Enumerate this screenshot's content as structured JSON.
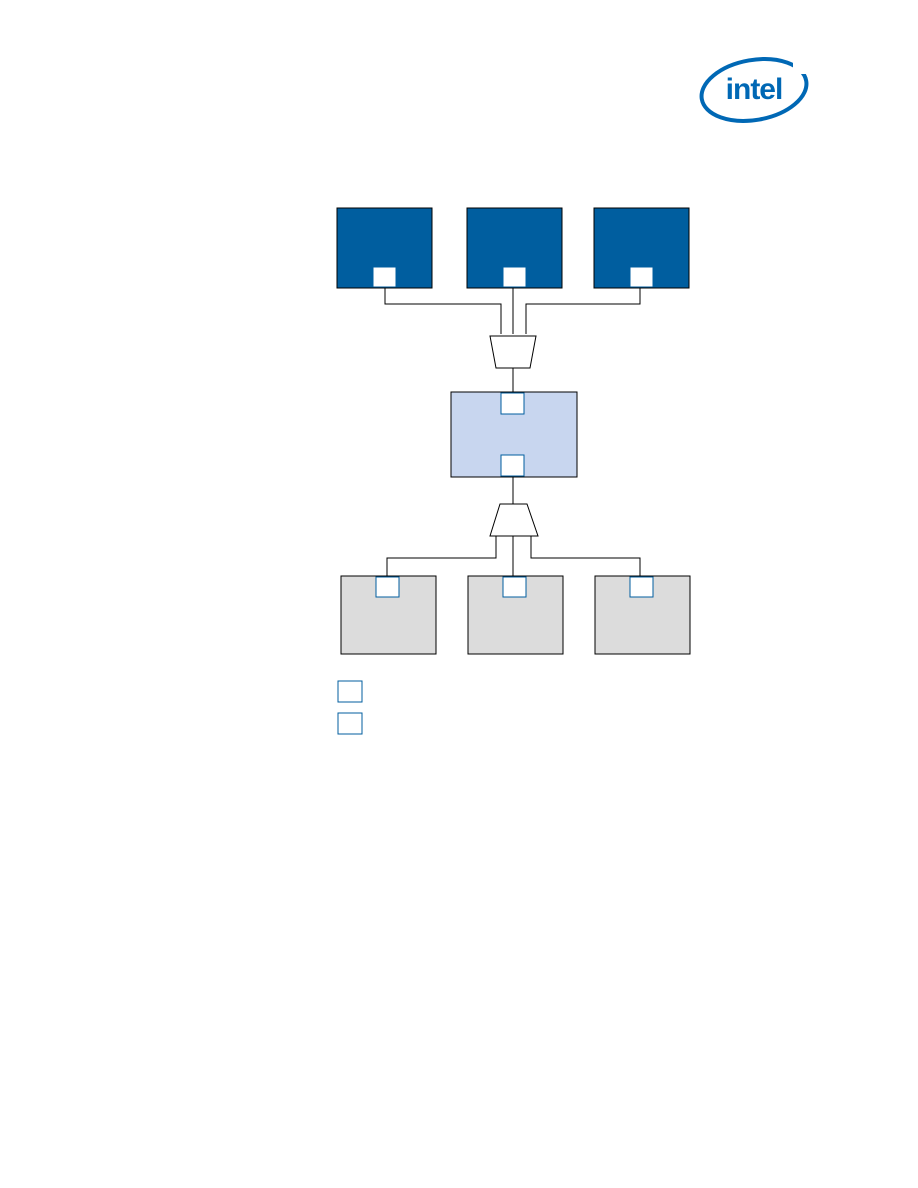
{
  "logo": {
    "text": "intel",
    "color": "#0068b5"
  },
  "colors": {
    "host_fill": "#005e9f",
    "arbiter_fill": "#c8d6ef",
    "agent_fill": "#dcdcdc",
    "port_stroke": "#005e9f",
    "line": "#000000"
  },
  "diagram": {
    "top_blocks": [
      {
        "id": "host-1",
        "label": ""
      },
      {
        "id": "host-2",
        "label": ""
      },
      {
        "id": "host-3",
        "label": ""
      }
    ],
    "upper_mux": {
      "label": ""
    },
    "center_block": {
      "label": ""
    },
    "lower_mux": {
      "label": ""
    },
    "bottom_blocks": [
      {
        "id": "agent-1",
        "label": ""
      },
      {
        "id": "agent-2",
        "label": ""
      },
      {
        "id": "agent-3",
        "label": ""
      }
    ],
    "legend": [
      {
        "label": ""
      },
      {
        "label": ""
      }
    ]
  }
}
